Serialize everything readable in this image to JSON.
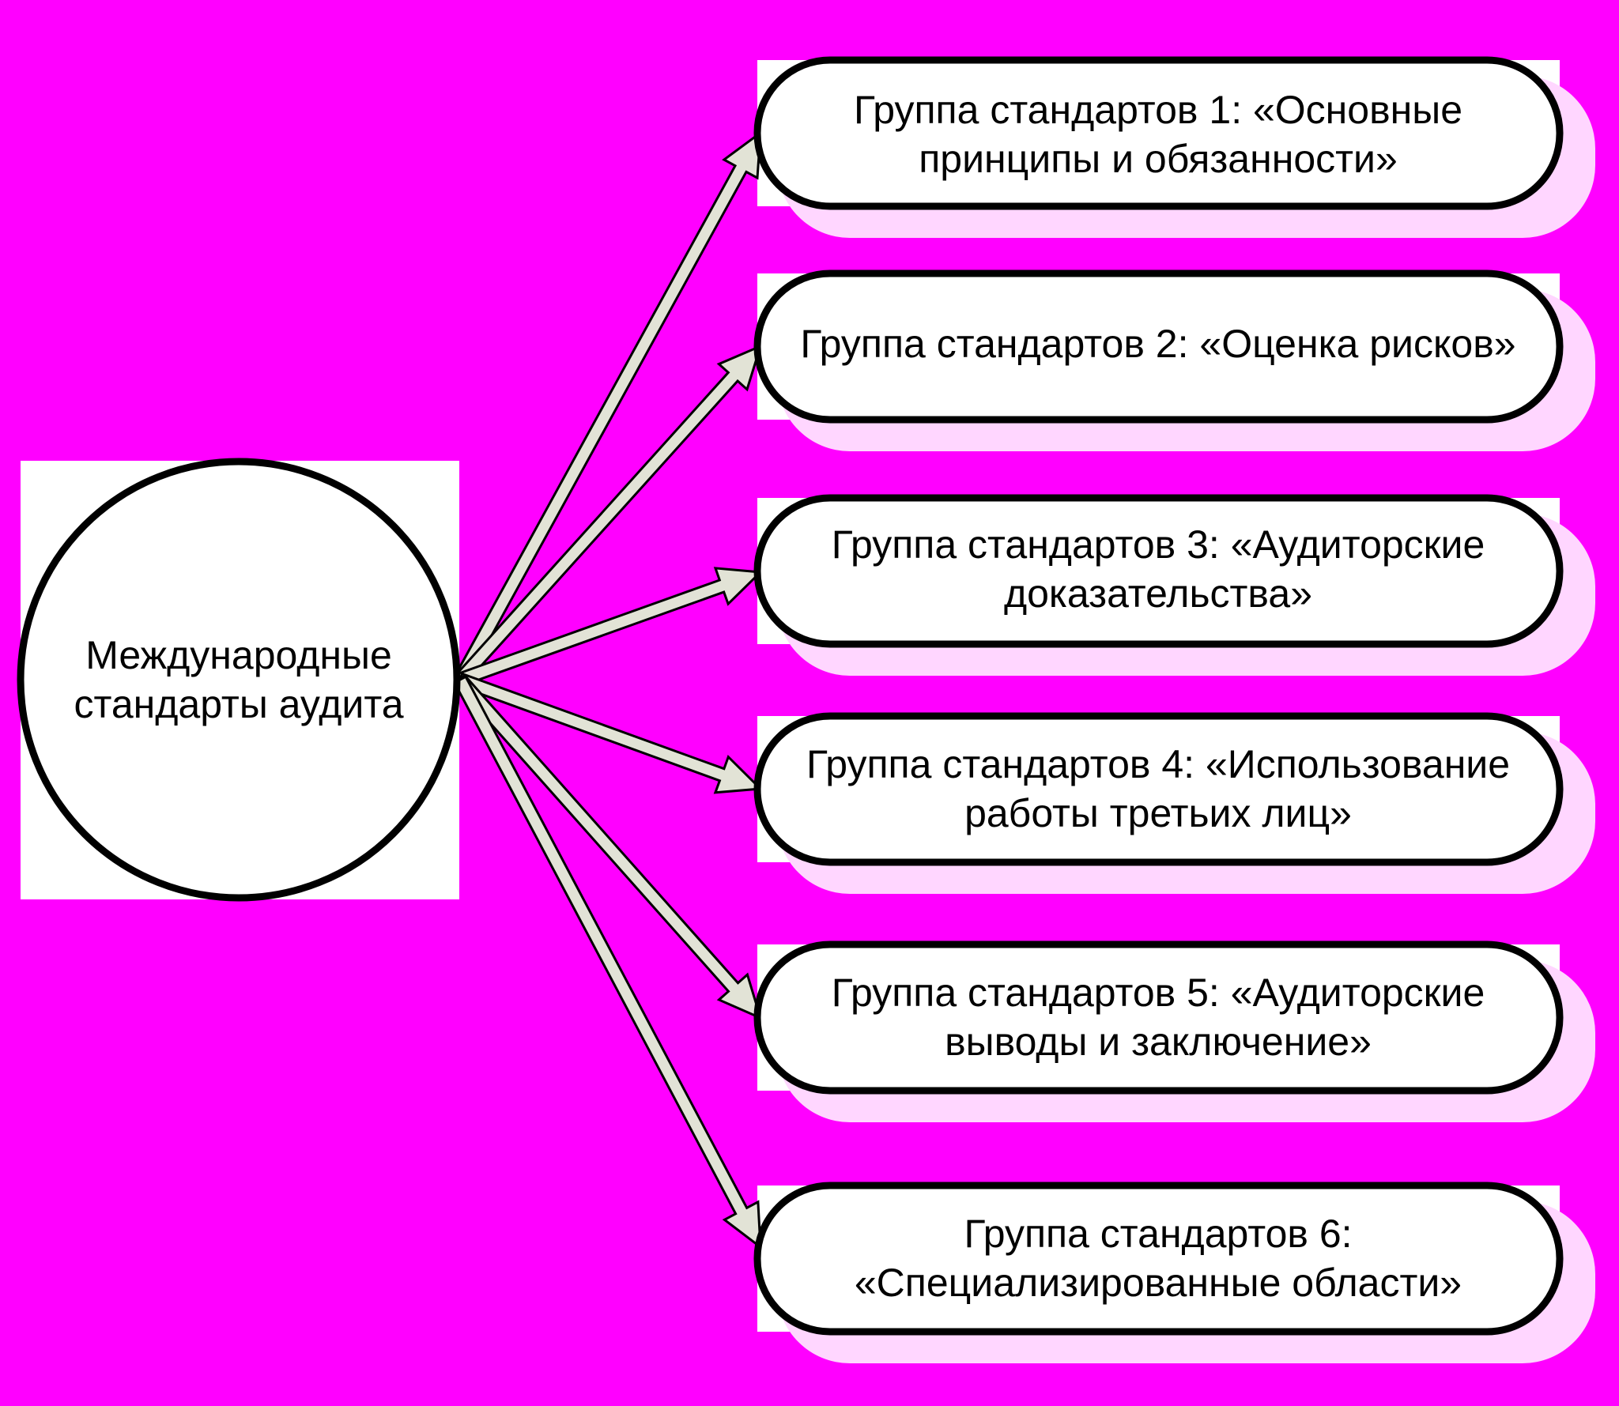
{
  "colors": {
    "background": "#ff00ff",
    "node_fill": "#ffffff",
    "node_stroke": "#000000",
    "shadow": "#ffd6ff",
    "arrow_fill": "#e2e3d6"
  },
  "center": {
    "label": "Международные\nстандарты аудита"
  },
  "groups": [
    {
      "label": "Группа стандартов 1: «Основные\nпринципы и обязанности»"
    },
    {
      "label": "Группа стандартов 2: «Оценка рисков»"
    },
    {
      "label": "Группа стандартов 3: «Аудиторские\nдоказательства»"
    },
    {
      "label": "Группа стандартов 4: «Использование\nработы третьих лиц»"
    },
    {
      "label": "Группа стандартов 5: «Аудиторские\nвыводы и заключение»"
    },
    {
      "label": "Группа стандартов 6:\n«Специализированные области»"
    }
  ]
}
